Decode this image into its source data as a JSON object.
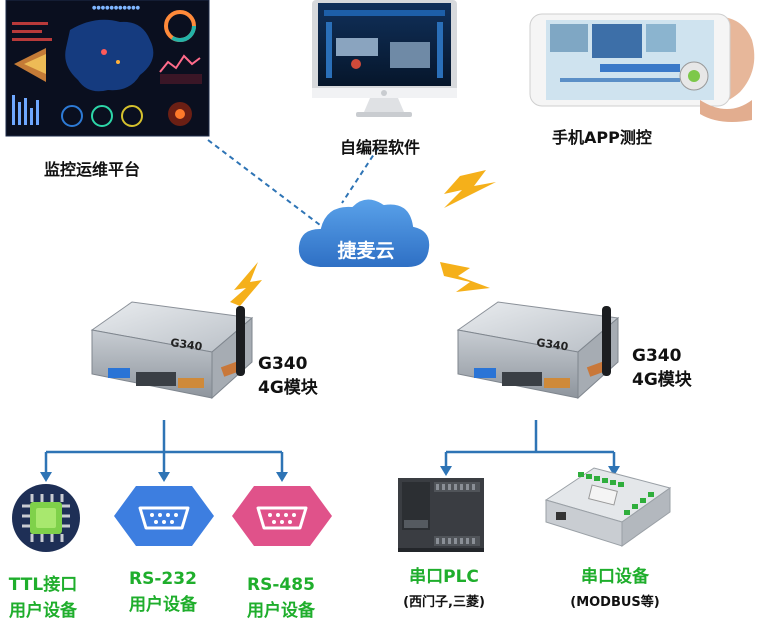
{
  "top": {
    "monitor_platform": "监控运维平台",
    "self_software": "自编程软件",
    "mobile_app": "手机APP测控"
  },
  "cloud": {
    "label": "捷麦云"
  },
  "modules": [
    {
      "model": "G340",
      "type": "4G模块",
      "device_label": "G340"
    },
    {
      "model": "G340",
      "type": "4G模块",
      "device_label": "G340"
    }
  ],
  "devices": {
    "ttl": {
      "line1": "TTL接口",
      "line2": "用户设备"
    },
    "rs232": {
      "line1": "RS-232",
      "line2": "用户设备"
    },
    "rs485": {
      "line1": "RS-485",
      "line2": "用户设备"
    },
    "plc": {
      "line1": "串口PLC",
      "line2": "(西门子,三菱)"
    },
    "serial": {
      "line1": "串口设备",
      "line2": "(MODBUS等)"
    }
  },
  "colors": {
    "green_text": "#1fae2c",
    "connector_blue": "#2e74b5",
    "cloud_blue": "#3f86d6",
    "lightning": "#f5b01a",
    "rs232_blue": "#3d7ee0",
    "rs485_pink": "#e0528a"
  }
}
